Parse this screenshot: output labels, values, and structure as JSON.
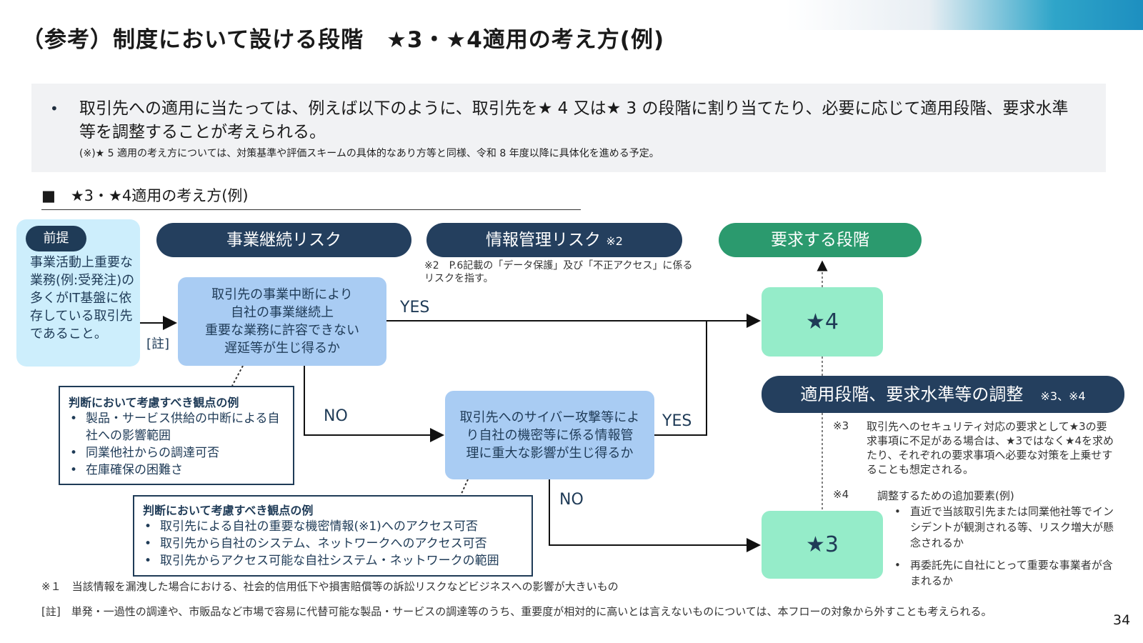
{
  "title": "（参考）制度において設ける段階　★3・★4適用の考え方(例)",
  "intro": {
    "main": "取引先への適用に当たっては、例えば以下のように、取引先を★ 4 又は★ 3 の段階に割り当てたり、必要に応じて適用段階、要求水準等を調整することが考えられる。",
    "note": "(※)★ 5 適用の考え方については、対策基準や評価スキームの具体的なあり方等と同様、令和 8 年度以降に具体化を進める予定。"
  },
  "section_heading": "■　★3・★4適用の考え方(例)",
  "premise": {
    "tag": "前提",
    "text": "事業活動上重要な業務(例:受発注)の多くがIT基盤に依存している取引先であること。",
    "note_marker": "[註]"
  },
  "pills": {
    "business_risk": "事業継続リスク",
    "info_risk": "情報管理リスク",
    "info_risk_note": "※2",
    "required_level": "要求する段階",
    "adjustment": "適用段階、要求水準等の調整",
    "adjustment_note": "※3、※4"
  },
  "note2": "※2　P.6記載の「データ保護」及び「不正アクセス」に係るリスクを指す。",
  "q1": [
    "取引先の事業中断により",
    "自社の事業継続上",
    "重要な業務に許容できない",
    "遅延等が生じ得るか"
  ],
  "q2": [
    "取引先へのサイバー攻撃等によ",
    "り自社の機密等に係る情報管",
    "理に重大な影響が生じ得るか"
  ],
  "labels": {
    "yes1": "YES",
    "no1": "NO",
    "yes2": "YES",
    "no2": "NO"
  },
  "stars": {
    "star4": "★4",
    "star3": "★3"
  },
  "consider1": {
    "heading": "判断において考慮すべき観点の例",
    "items": [
      "製品・サービス供給の中断による自社への影響範囲",
      "同業他社からの調達可否",
      "在庫確保の困難さ"
    ]
  },
  "consider2": {
    "heading": "判断において考慮すべき観点の例",
    "items": [
      "取引先による自社の重要な機密情報(※1)へのアクセス可否",
      "取引先から自社のシステム、ネットワークへのアクセス可否",
      "取引先からアクセス可能な自社システム・ネットワークの範囲"
    ]
  },
  "note3": {
    "marker": "※3",
    "text": "取引先へのセキュリティ対応の要求として★3の要求事項に不足がある場合は、★3ではなく★4を求めたり、それぞれの要求事項へ必要な対策を上乗せすることも想定される。"
  },
  "note4": {
    "marker": "※4",
    "heading": "調整するための追加要素(例)",
    "items": [
      "直近で当該取引先または同業他社等でインシデントが観測される等、リスク増大が懸念されるか",
      "再委託先に自社にとって重要な事業者が含まれるか"
    ]
  },
  "footnotes": {
    "f1": "※１　当該情報を漏洩した場合における、社会的信用低下や損害賠償等の訴訟リスクなどビジネスへの影響が大きいもの",
    "f2": "[註]　単発・一過性の調達や、市販品など市場で容易に代替可能な製品・サービスの調達等のうち、重要度が相対的に高いとは言えないものについては、本フローの対象から外すことも考えられる。"
  },
  "page_number": "34",
  "colors": {
    "navy": "#243f5e",
    "green": "#2b9a6e",
    "light_blue": "#a9ccf3",
    "mint": "#95ecc9",
    "premise_bg": "#cdeefc"
  }
}
